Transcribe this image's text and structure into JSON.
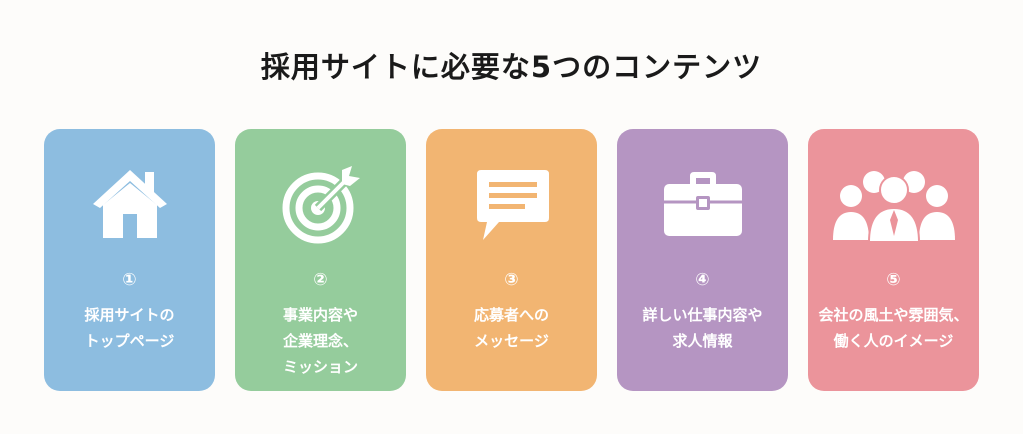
{
  "title": "採用サイトに必要な5つのコンテンツ",
  "cards": [
    {
      "number": "①",
      "label": "採用サイトの\nトップページ",
      "color": "#8dbde0",
      "icon": "house-icon"
    },
    {
      "number": "②",
      "label": "事業内容や\n企業理念、\nミッション",
      "color": "#95cc9c",
      "icon": "target-arrow-icon"
    },
    {
      "number": "③",
      "label": "応募者への\nメッセージ",
      "color": "#f2b572",
      "icon": "speech-bubble-icon"
    },
    {
      "number": "④",
      "label": "詳しい仕事内容や\n求人情報",
      "color": "#b595c2",
      "icon": "briefcase-icon"
    },
    {
      "number": "⑤",
      "label": "会社の風土や雰囲気、\n働く人のイメージ",
      "color": "#eb949b",
      "icon": "people-group-icon"
    }
  ]
}
